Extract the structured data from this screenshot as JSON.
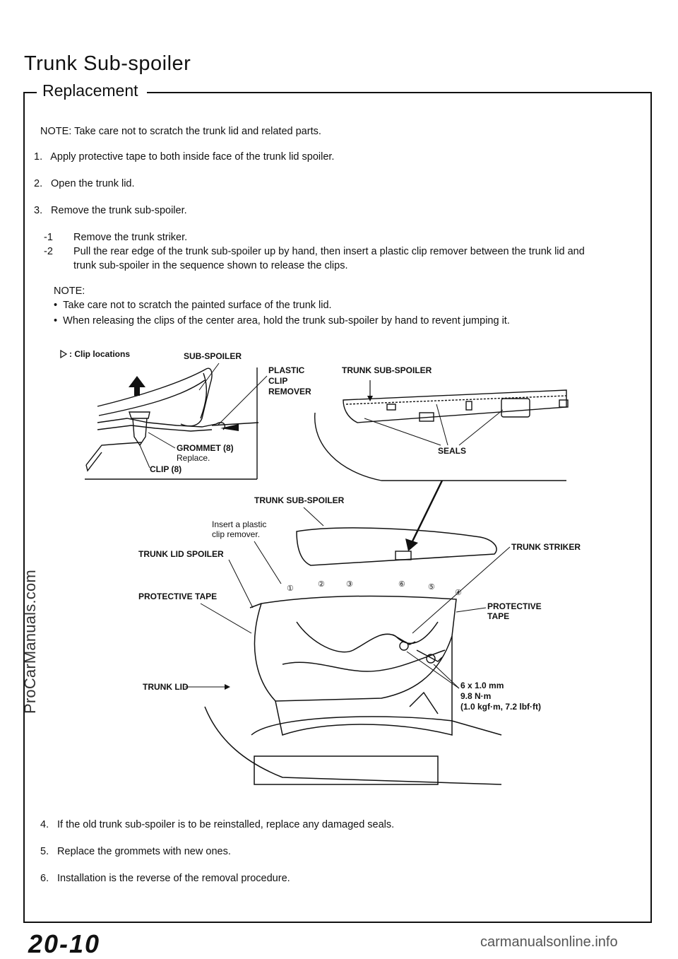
{
  "title": "Trunk Sub-spoiler",
  "section": "Replacement",
  "note_top": "NOTE: Take care not to scratch the trunk lid and related parts.",
  "steps": [
    {
      "num": "1.",
      "text": "Apply protective tape to both inside face of the trunk lid spoiler."
    },
    {
      "num": "2.",
      "text": "Open the trunk lid."
    },
    {
      "num": "3.",
      "text": "Remove the trunk sub-spoiler."
    }
  ],
  "substeps": [
    {
      "num": "-1",
      "text": "Remove the trunk striker."
    },
    {
      "num": "-2",
      "text": "Pull the rear edge of the trunk sub-spoiler up by hand, then insert a plastic clip remover between the trunk lid and",
      "cont": "trunk sub-spoiler in the sequence shown to release the clips."
    }
  ],
  "note_label": "NOTE:",
  "bullets": [
    "Take care not to scratch the painted surface of the trunk lid.",
    "When releasing the clips of the center area, hold the trunk sub-spoiler by hand to revent jumping it."
  ],
  "figure": {
    "clip_locations": ": Clip locations",
    "sub_spoiler": "SUB-SPOILER",
    "plastic_clip_remover": [
      "PLASTIC",
      "CLIP",
      "REMOVER"
    ],
    "trunk_sub_spoiler_top": "TRUNK SUB-SPOILER",
    "grommet": "GROMMET (8)",
    "replace": "Replace.",
    "clip": "CLIP (8)",
    "seals": "SEALS",
    "trunk_sub_spoiler_mid": "TRUNK SUB-SPOILER",
    "insert_remover": [
      "Insert a plastic",
      "clip remover."
    ],
    "trunk_lid_spoiler": "TRUNK LID SPOILER",
    "trunk_striker": "TRUNK STRIKER",
    "protective_tape_left": "PROTECTIVE TAPE",
    "protective_tape_right": [
      "PROTECTIVE",
      "TAPE"
    ],
    "trunk_lid": "TRUNK LID",
    "bolt_spec": [
      "6 x 1.0 mm",
      "9.8 N·m",
      "(1.0 kgf·m, 7.2 lbf·ft)"
    ],
    "sequence": [
      "①",
      "②",
      "③",
      "⑥",
      "⑤",
      "④"
    ]
  },
  "steps_after": [
    {
      "num": "4.",
      "text": "If the old trunk sub-spoiler is to be reinstalled, replace any damaged seals."
    },
    {
      "num": "5.",
      "text": "Replace the grommets with new ones."
    },
    {
      "num": "6.",
      "text": "Installation is the reverse of the removal procedure."
    }
  ],
  "watermark": "ProCarManuals.com",
  "page_number": "20-10",
  "site": "carmanualsonline.info"
}
